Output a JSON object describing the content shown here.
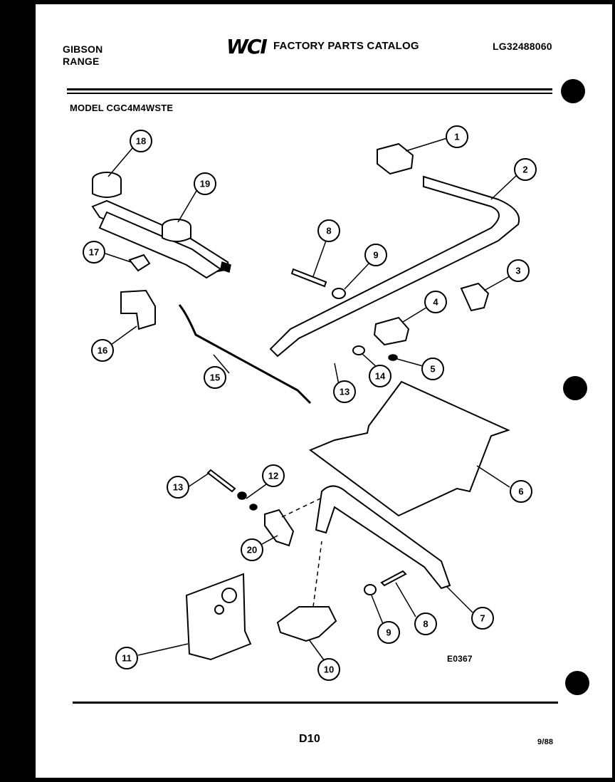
{
  "header": {
    "brand": "GIBSON",
    "product": "RANGE",
    "logo": "WCI",
    "catalog_title": "FACTORY PARTS CATALOG",
    "catalog_number": "LG32488060",
    "model_label": "MODEL CGC4M4WSTE"
  },
  "footer": {
    "page_id": "D10",
    "date": "9/88",
    "diagram_code": "E0367"
  },
  "callouts": [
    {
      "id": "c1",
      "label": "1"
    },
    {
      "id": "c2",
      "label": "2"
    },
    {
      "id": "c3",
      "label": "3"
    },
    {
      "id": "c4",
      "label": "4"
    },
    {
      "id": "c5",
      "label": "5"
    },
    {
      "id": "c6",
      "label": "6"
    },
    {
      "id": "c7",
      "label": "7"
    },
    {
      "id": "c8a",
      "label": "8"
    },
    {
      "id": "c8b",
      "label": "8"
    },
    {
      "id": "c9a",
      "label": "9"
    },
    {
      "id": "c9b",
      "label": "9"
    },
    {
      "id": "c10",
      "label": "10"
    },
    {
      "id": "c11",
      "label": "11"
    },
    {
      "id": "c12",
      "label": "12"
    },
    {
      "id": "c13a",
      "label": "13"
    },
    {
      "id": "c13b",
      "label": "13"
    },
    {
      "id": "c14",
      "label": "14"
    },
    {
      "id": "c15",
      "label": "15"
    },
    {
      "id": "c16",
      "label": "16"
    },
    {
      "id": "c17",
      "label": "17"
    },
    {
      "id": "c18",
      "label": "18"
    },
    {
      "id": "c19",
      "label": "19"
    },
    {
      "id": "c20",
      "label": "20"
    }
  ]
}
